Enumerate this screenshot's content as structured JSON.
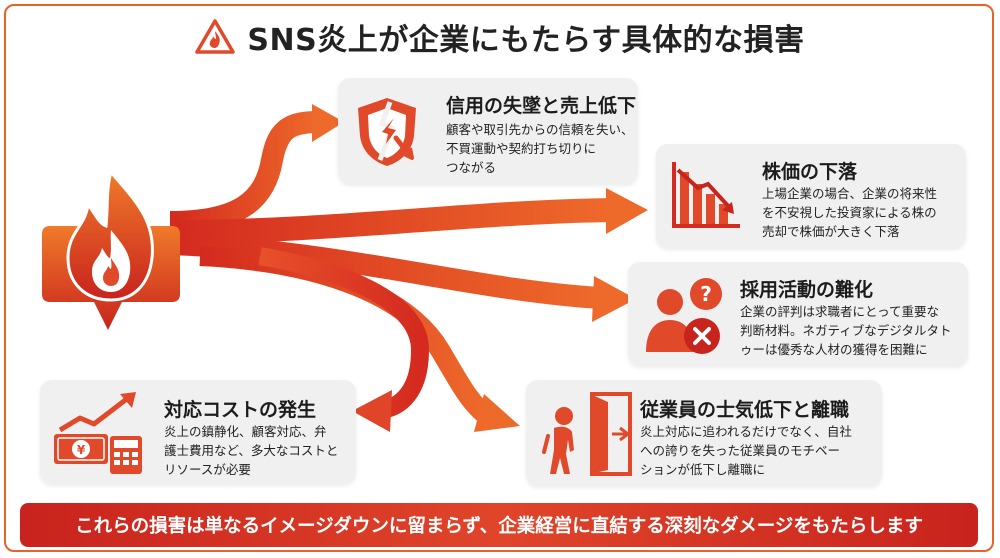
{
  "title": "SNS炎上が企業にもたらす具体的な損害",
  "icons": {
    "title": "warning-fire-icon",
    "source": "fire-chat-bubble-icon",
    "trust": "broken-shield-icon",
    "stock": "declining-bar-chart-icon",
    "hiring": "person-question-cross-icon",
    "cost": "money-calculator-rising-arrow-icon",
    "morale": "dejected-person-exit-door-icon"
  },
  "cards": {
    "trust": {
      "title": "信用の失墜と売上低下",
      "lines": [
        "顧客や取引先からの信頼を失い、",
        "不買運動や契約打ち切りに",
        "つながる"
      ]
    },
    "stock": {
      "title": "株価の下落",
      "lines": [
        "上場企業の場合、企業の将来性",
        "を不安視した投資家による株の",
        "売却で株価が大きく下落"
      ]
    },
    "hiring": {
      "title": "採用活動の難化",
      "lines": [
        "企業の評判は求職者にとって重要な",
        "判断材料。ネガティブなデジタルタト",
        "ゥーは優秀な人材の獲得を困難に"
      ]
    },
    "cost": {
      "title": "対応コストの発生",
      "lines": [
        "炎上の鎮静化、顧客対応、弁",
        "護士費用など、多大なコストと",
        "リソースが必要"
      ]
    },
    "morale": {
      "title": "従業員の士気低下と離職",
      "lines": [
        "炎上対応に追われるだけでなく、自社",
        "への誇りを失った従業員のモチベー",
        "ションが低下し離職に"
      ]
    }
  },
  "banner": "これらの損害は単なるイメージダウンに留まらず、企業経営に直結する深刻なダメージをもたらします",
  "colors": {
    "accent": "#e04a2a",
    "dark_red": "#c8231d",
    "orange": "#f07a2a",
    "card_bg": "#f0f0f0"
  }
}
